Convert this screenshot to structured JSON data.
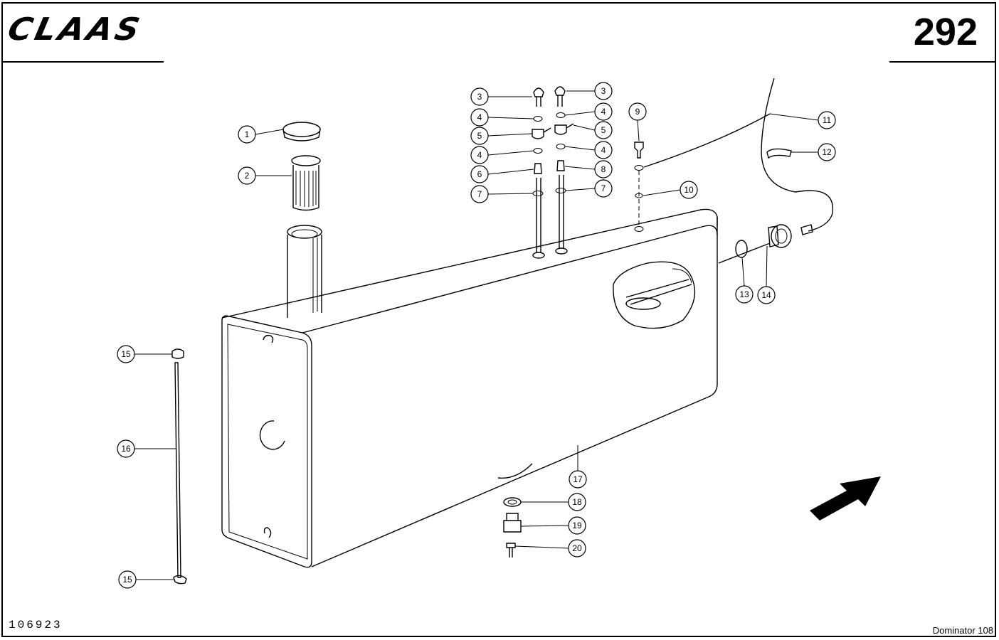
{
  "header": {
    "brand": "CLAAS",
    "page_number": "292"
  },
  "footer": {
    "drawing_number": "106923",
    "model": "Dominator 108"
  },
  "callouts": [
    {
      "id": "c1",
      "label": "1"
    },
    {
      "id": "c2",
      "label": "2"
    },
    {
      "id": "c3a",
      "label": "3"
    },
    {
      "id": "c3b",
      "label": "3"
    },
    {
      "id": "c4a",
      "label": "4"
    },
    {
      "id": "c4b",
      "label": "4"
    },
    {
      "id": "c4c",
      "label": "4"
    },
    {
      "id": "c4d",
      "label": "4"
    },
    {
      "id": "c5a",
      "label": "5"
    },
    {
      "id": "c5b",
      "label": "5"
    },
    {
      "id": "c6",
      "label": "6"
    },
    {
      "id": "c7a",
      "label": "7"
    },
    {
      "id": "c7b",
      "label": "7"
    },
    {
      "id": "c8",
      "label": "8"
    },
    {
      "id": "c9",
      "label": "9"
    },
    {
      "id": "c10",
      "label": "10"
    },
    {
      "id": "c11",
      "label": "11"
    },
    {
      "id": "c12",
      "label": "12"
    },
    {
      "id": "c13",
      "label": "13"
    },
    {
      "id": "c14",
      "label": "14"
    },
    {
      "id": "c15a",
      "label": "15"
    },
    {
      "id": "c15b",
      "label": "15"
    },
    {
      "id": "c16",
      "label": "16"
    },
    {
      "id": "c17",
      "label": "17"
    },
    {
      "id": "c18",
      "label": "18"
    },
    {
      "id": "c19",
      "label": "19"
    },
    {
      "id": "c20",
      "label": "20"
    }
  ]
}
